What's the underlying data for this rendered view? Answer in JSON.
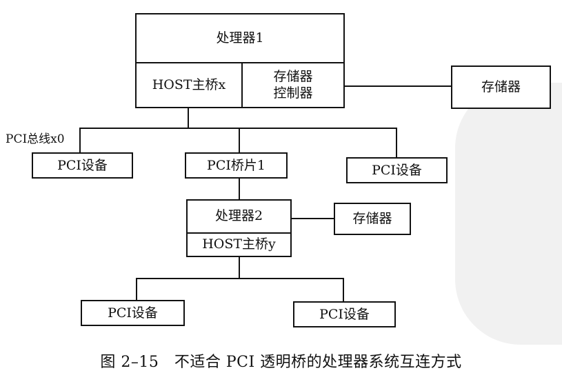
{
  "diagram": {
    "processor1": "处理器1",
    "host_bridge_x": "HOST主桥x",
    "memory_controller": "存储器\n控制器",
    "memory1": "存储器",
    "pci_bus_x0": "PCI总线x0",
    "pci_device_left": "PCI设备",
    "pci_bridge1": "PCI桥片1",
    "pci_device_right": "PCI设备",
    "processor2": "处理器2",
    "memory2": "存储器",
    "host_bridge_y": "HOST主桥y",
    "pci_device_bottom_left": "PCI设备",
    "pci_device_bottom_right": "PCI设备"
  },
  "caption": "图 2–15　不适合 PCI 透明桥的处理器系统互连方式"
}
